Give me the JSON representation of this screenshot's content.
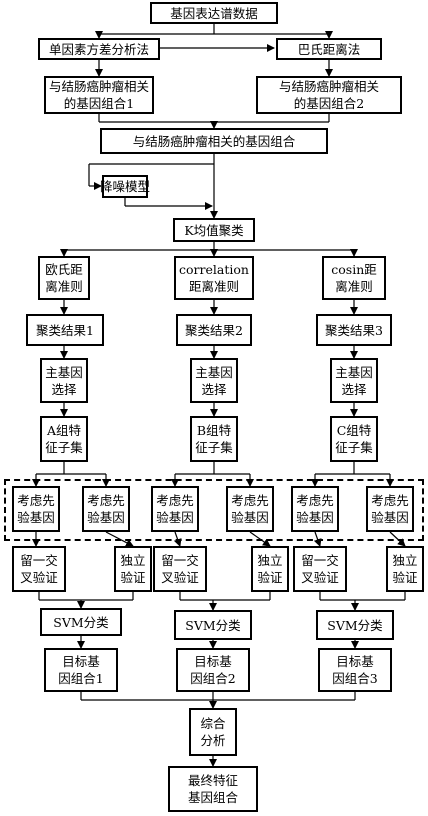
{
  "nodes": {
    "source": [
      "基因表达谱数据"
    ],
    "anova": [
      "单因素方差分析法"
    ],
    "bhatta": [
      "巴氏距离法"
    ],
    "combo1": [
      "与结肠癌肿瘤相关",
      "的基因组合1"
    ],
    "combo2": [
      "与结肠癌肿瘤相关",
      "的基因组合2"
    ],
    "merged": [
      "与结肠癌肿瘤相关的基因组合"
    ],
    "denoise": [
      "降噪模型"
    ],
    "kmeans": [
      "K均值聚类"
    ],
    "euclid": [
      "欧氏距",
      "离准则"
    ],
    "corr": [
      "correlation",
      "距离准则"
    ],
    "cosin": [
      "cosin距",
      "离准则"
    ],
    "res1": [
      "聚类结果1"
    ],
    "res2": [
      "聚类结果2"
    ],
    "res3": [
      "聚类结果3"
    ],
    "main1": [
      "主基因",
      "选择"
    ],
    "main2": [
      "主基因",
      "选择"
    ],
    "main3": [
      "主基因",
      "选择"
    ],
    "setA": [
      "A组特",
      "征子集"
    ],
    "setB": [
      "B组特",
      "征子集"
    ],
    "setC": [
      "C组特",
      "征子集"
    ],
    "pk1": [
      "考虑先",
      "验基因"
    ],
    "nk1": [
      "考虑先",
      "验基因"
    ],
    "pk2": [
      "考虑先",
      "验基因"
    ],
    "nk2": [
      "考虑先",
      "验基因"
    ],
    "pk3": [
      "考虑先",
      "验基因"
    ],
    "nk3": [
      "考虑先",
      "验基因"
    ],
    "loo1": [
      "留一交",
      "叉验证"
    ],
    "ind1": [
      "独立",
      "验证"
    ],
    "loo2": [
      "留一交",
      "叉验证"
    ],
    "ind2": [
      "独立",
      "验证"
    ],
    "loo3": [
      "留一交",
      "叉验证"
    ],
    "ind3": [
      "独立",
      "验证"
    ],
    "svm1": [
      "SVM分类"
    ],
    "svm2": [
      "SVM分类"
    ],
    "svm3": [
      "SVM分类"
    ],
    "target1": [
      "目标基",
      "因组合1"
    ],
    "target2": [
      "目标基",
      "因组合2"
    ],
    "target3": [
      "目标基",
      "因组合3"
    ],
    "analysis": [
      "综合",
      "分析"
    ],
    "final": [
      "最终特征",
      "基因组合"
    ]
  }
}
